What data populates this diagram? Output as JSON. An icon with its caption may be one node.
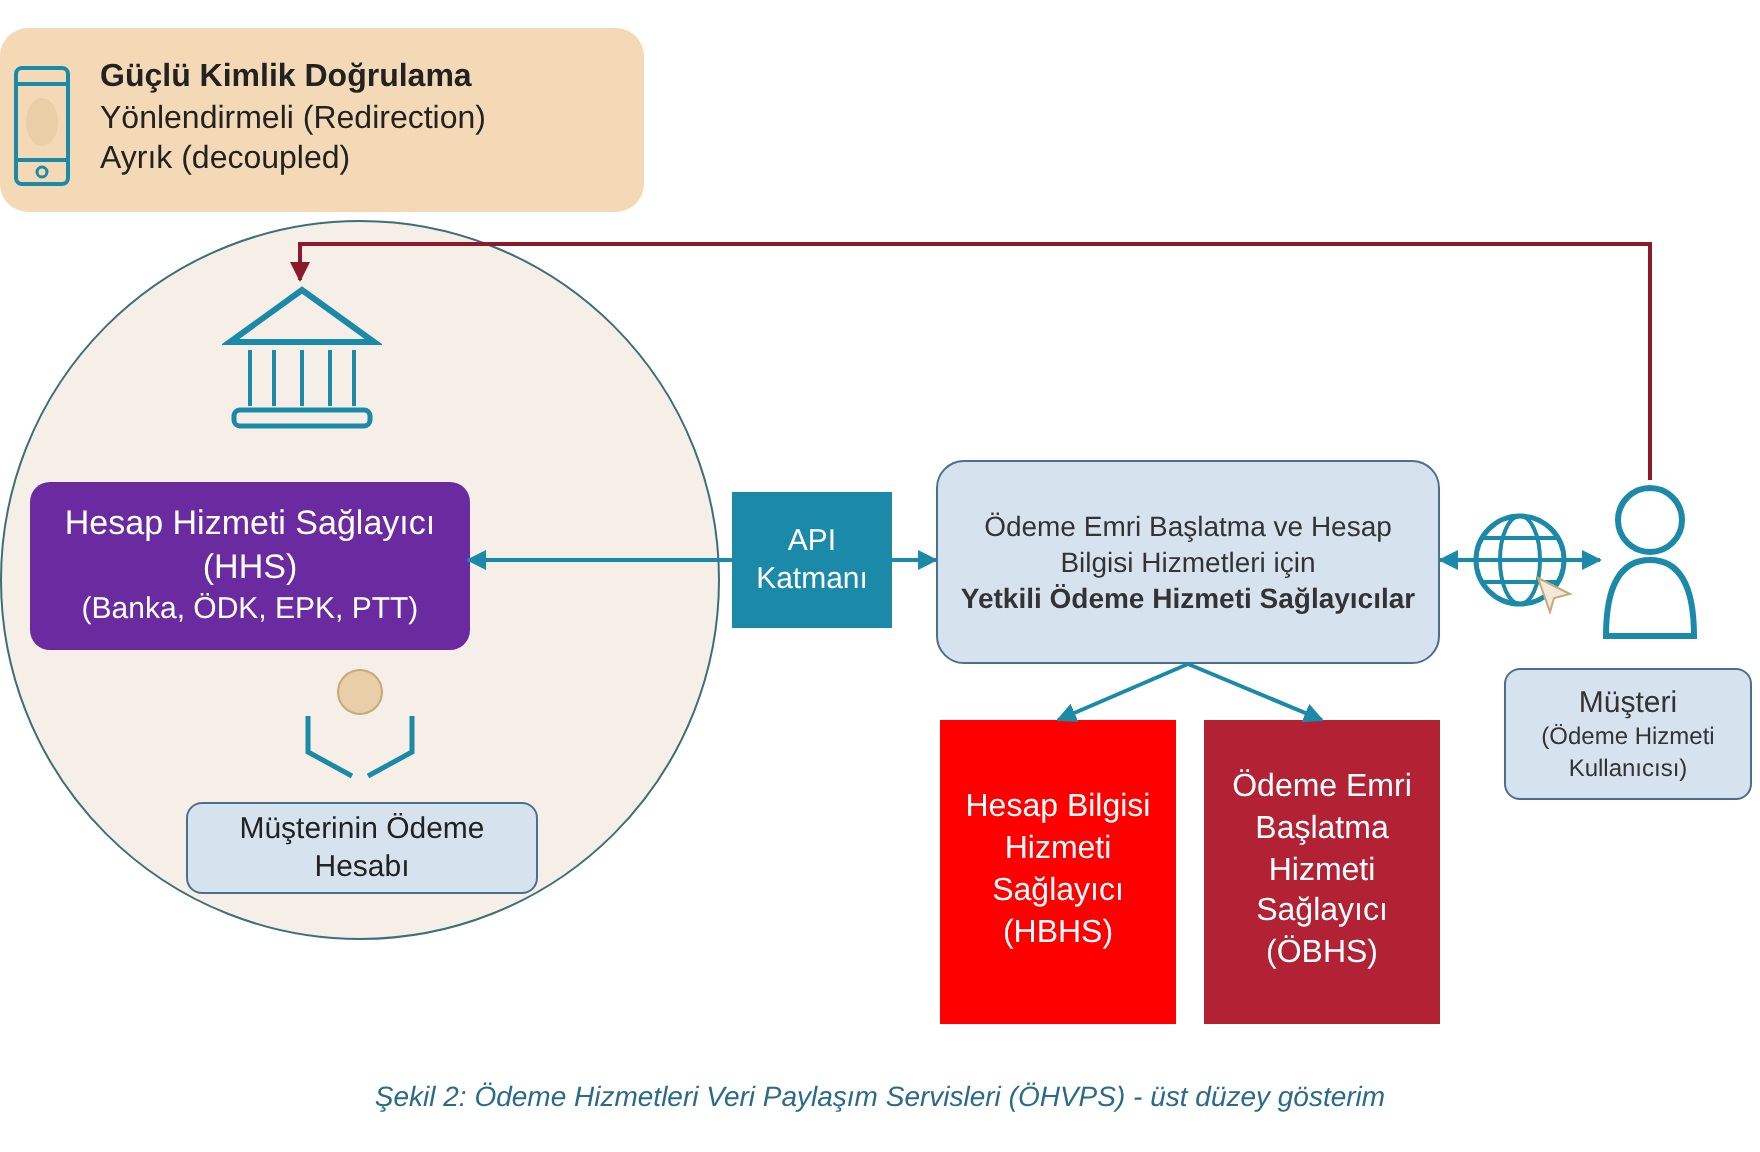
{
  "diagram": {
    "caption": "Şekil 2: Ödeme Hizmetleri Veri Paylaşım Servisleri (ÖHVPS) - üst düzey gösterim",
    "nodes": [
      {
        "text": [
          "Güçlü Kimlik Doğrulama",
          "Yönlendirmeli  (Redirection)",
          "Ayrık (decoupled)"
        ]
      },
      {
        "text": [],
        "shape": "circle"
      },
      {
        "text": [],
        "shape": "bank",
        "in": 1
      },
      {
        "text": [
          "Hesap Hizmeti Sağlayıcı (HHS)",
          "(Banka, ÖDK, EPK, PTT)"
        ],
        "in": 1
      },
      {
        "text": [
          "Müşterinin Ödeme Hesabı"
        ],
        "in": 1
      },
      {
        "text": [
          "API Katmanı"
        ]
      },
      {
        "text": [
          "Ödeme Emri Başlatma ve Hesap Bilgisi Hizmetleri için",
          "Yetkili Ödeme Hizmeti Sağlayıcılar"
        ]
      },
      {
        "text": [
          "Hesap Bilgisi Hizmeti Sağlayıcı (HBHS)"
        ]
      },
      {
        "text": [
          "Ödeme Emri Başlatma Hizmeti Sağlayıcı (ÖBHS)"
        ]
      },
      {
        "text": [],
        "shape": "person"
      },
      {
        "text": [
          "Müşteri",
          "(Ödeme Hizmeti Kullanıcısı)"
        ]
      }
    ],
    "edges": [
      {
        "from": 5,
        "to": 3,
        "arrow": "to"
      },
      {
        "from": 5,
        "to": 6,
        "arrow": "to"
      },
      {
        "from": 6,
        "to": 7,
        "arrow": "to"
      },
      {
        "from": 6,
        "to": 8,
        "arrow": "to"
      },
      {
        "from": 6,
        "to": 9,
        "arrow": "both"
      },
      {
        "from": 9,
        "to": 2,
        "arrow": "to",
        "color": "#8b1a2b"
      }
    ]
  }
}
